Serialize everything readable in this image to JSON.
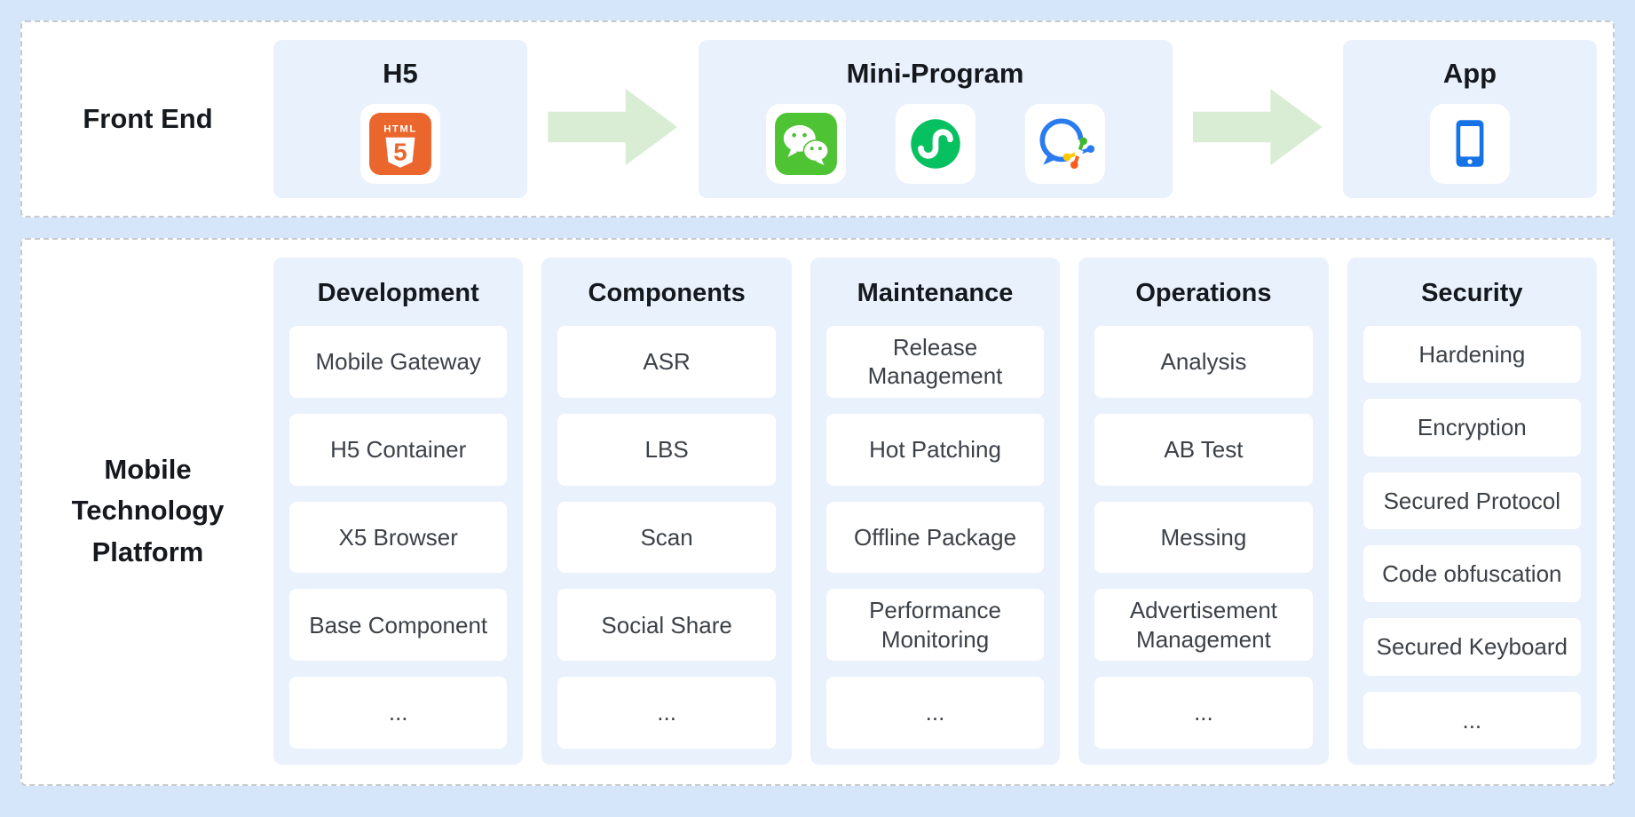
{
  "front_end": {
    "label": "Front End",
    "nodes": [
      {
        "title": "H5",
        "icons": [
          "html5-icon"
        ]
      },
      {
        "title": "Mini-Program",
        "icons": [
          "wechat-icon",
          "wechat-mini-program-icon",
          "wecom-icon"
        ]
      },
      {
        "title": "App",
        "icons": [
          "mobile-app-icon"
        ]
      }
    ]
  },
  "platform": {
    "label": "Mobile Technology Platform",
    "columns": [
      {
        "header": "Development",
        "items": [
          "Mobile Gateway",
          "H5 Container",
          "X5 Browser",
          "Base Component",
          "..."
        ]
      },
      {
        "header": "Components",
        "items": [
          "ASR",
          "LBS",
          "Scan",
          "Social Share",
          "..."
        ]
      },
      {
        "header": "Maintenance",
        "items": [
          "Release Management",
          "Hot Patching",
          "Offline Package",
          "Performance Monitoring",
          "..."
        ]
      },
      {
        "header": "Operations",
        "items": [
          "Analysis",
          "AB Test",
          "Messing",
          "Advertisement Management",
          "..."
        ]
      },
      {
        "header": "Security",
        "items": [
          "Hardening",
          "Encryption",
          "Secured Protocol",
          "Code obfuscation",
          "Secured Keyboard",
          "..."
        ]
      }
    ]
  },
  "colors": {
    "page_bg": "#d5e5fa",
    "panel_bg": "#ffffff",
    "tile_bg": "#e9f1fd",
    "card_bg": "#ffffff",
    "dashed_border": "#c6cad0",
    "arrow_green": "#d8edd3",
    "html5_orange": "#eb662c",
    "wechat_green": "#4ec334",
    "miniprogram_green": "#07c160",
    "app_blue": "#1673e6",
    "wecom_blue": "#2b7bf0"
  }
}
